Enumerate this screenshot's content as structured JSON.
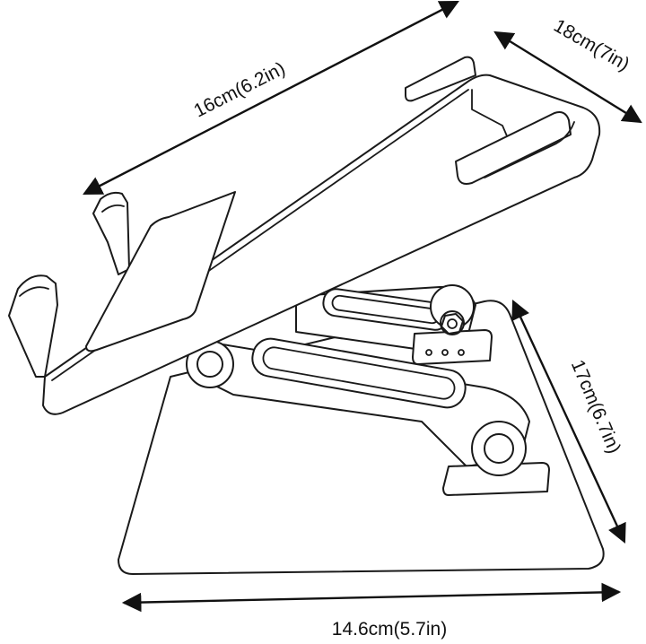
{
  "dimensions": {
    "top_length": "16cm(6.2in)",
    "top_width": "18cm(7in)",
    "base_depth": "17cm(6.7in)",
    "base_width": "14.6cm(5.7in)"
  },
  "colors": {
    "stroke": "#1a1a1a",
    "background": "#ffffff"
  }
}
